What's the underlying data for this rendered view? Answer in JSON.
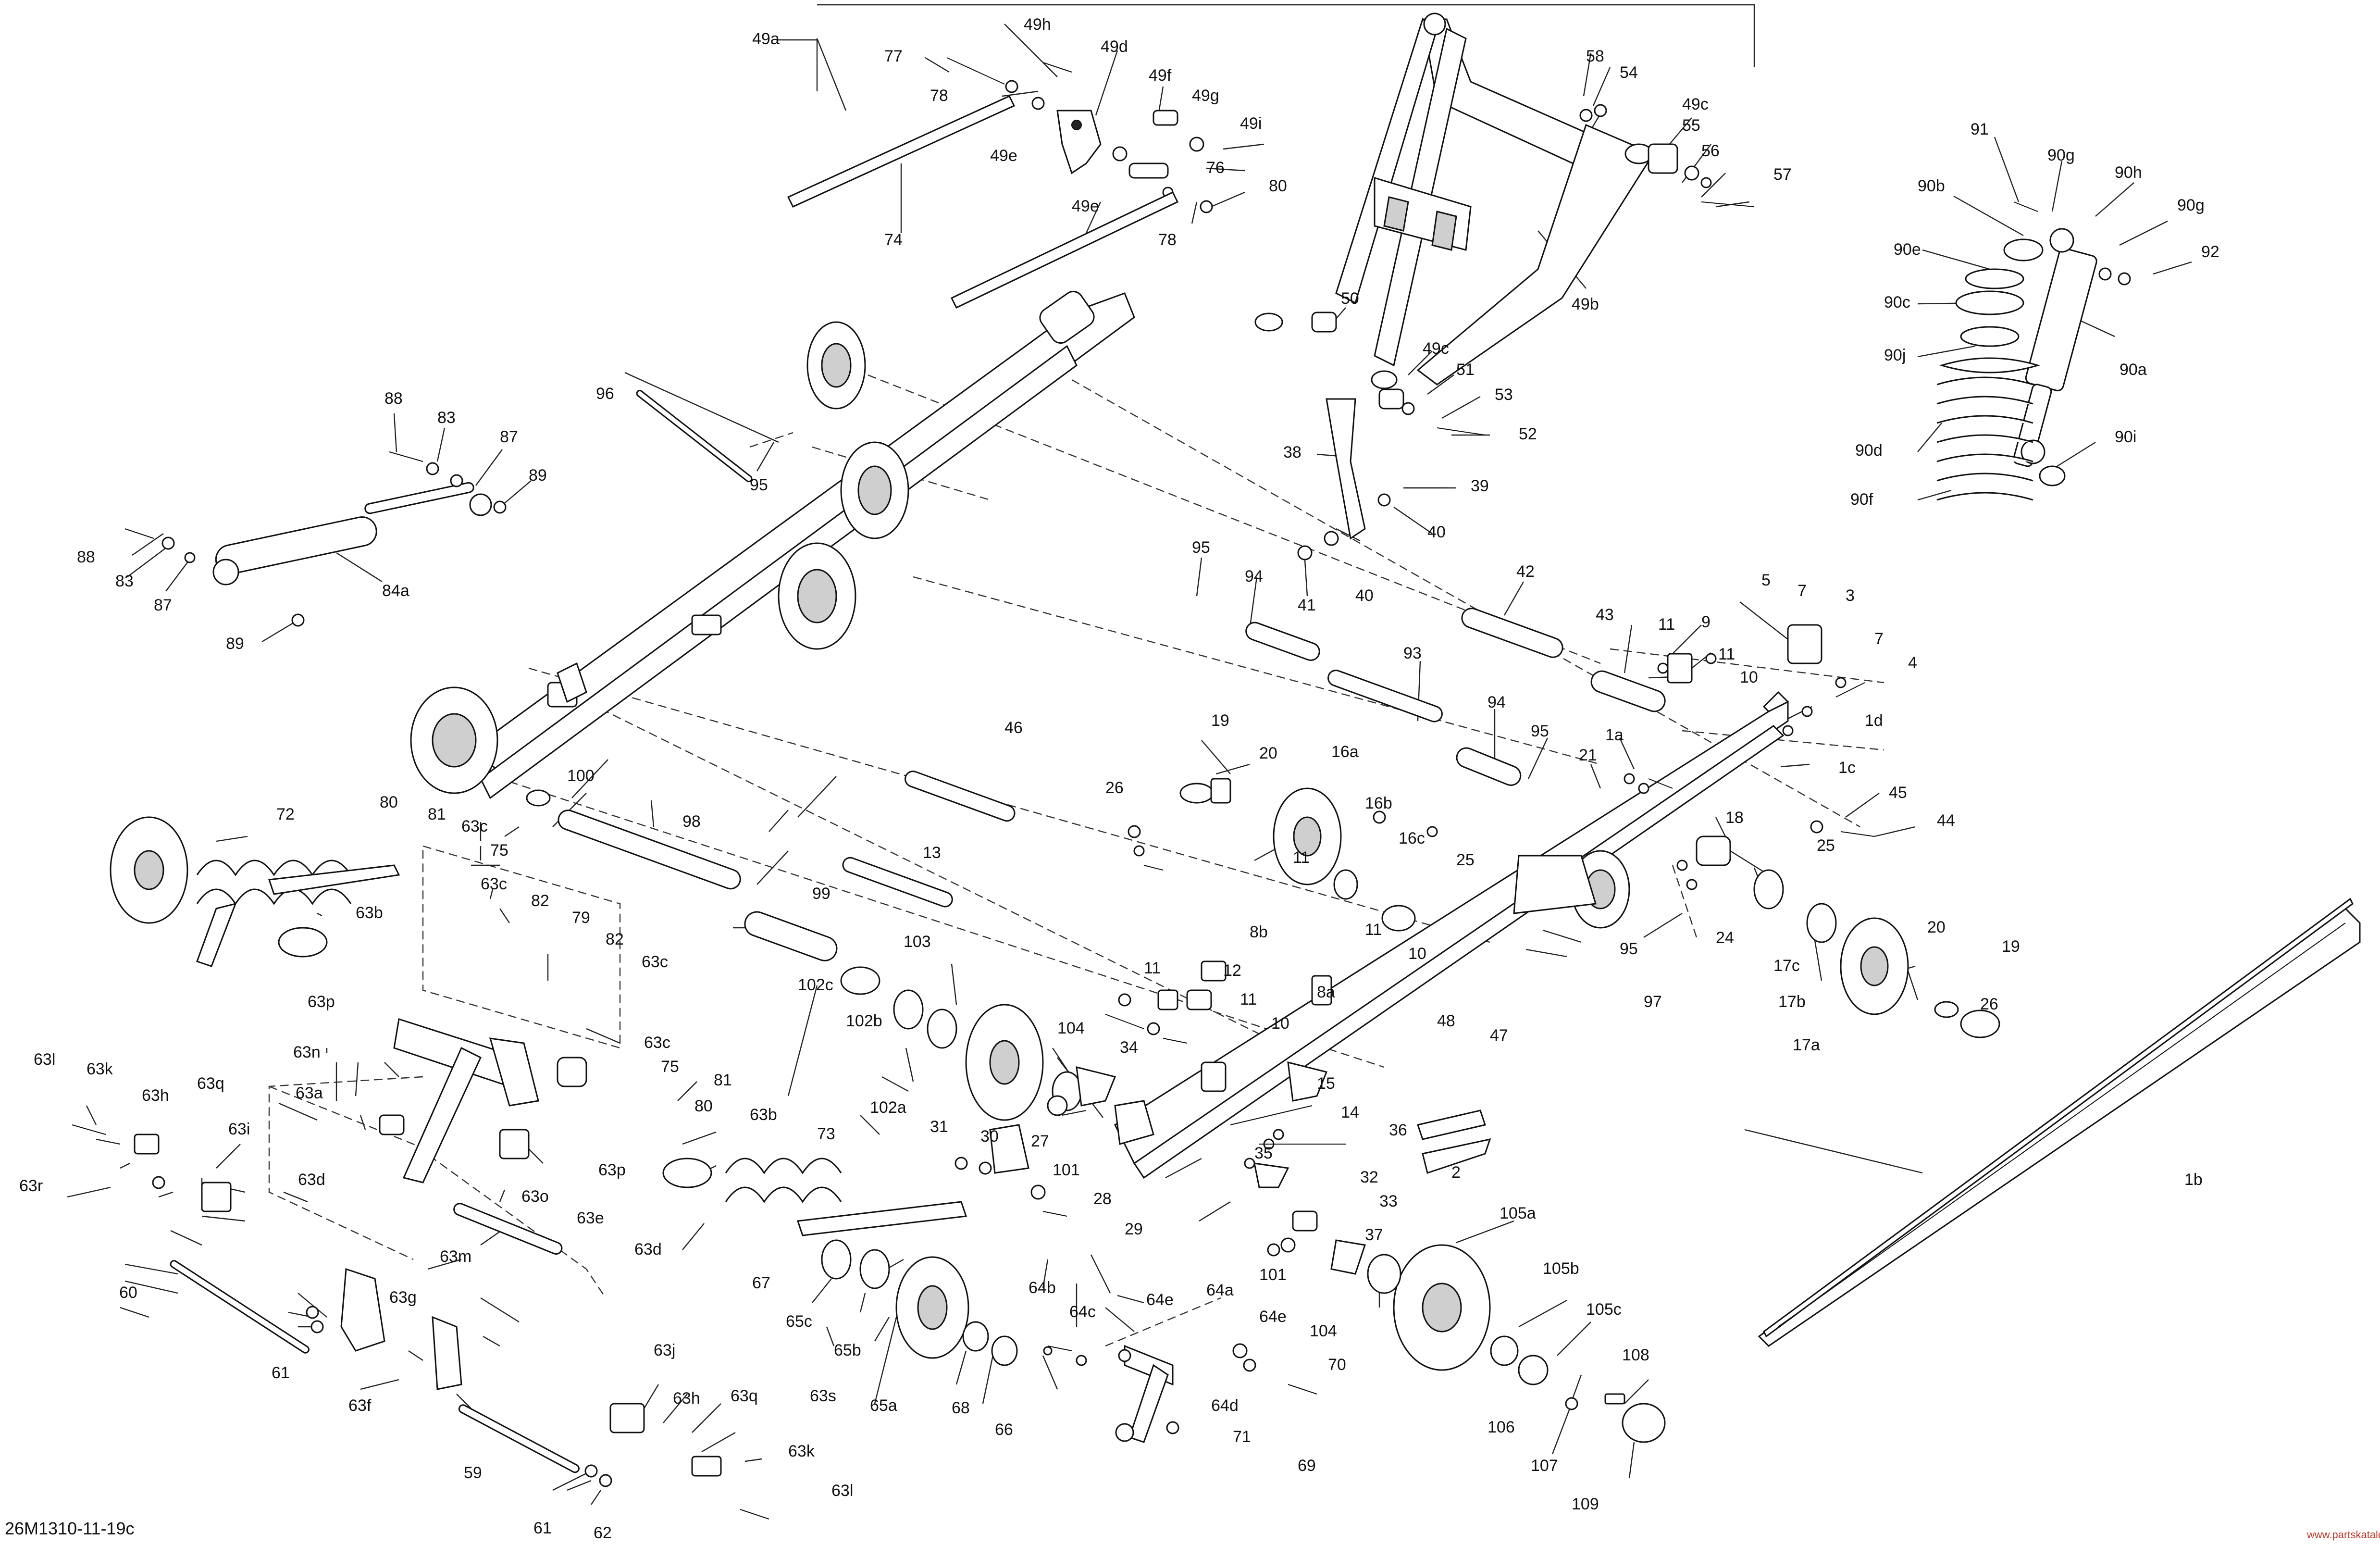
{
  "drawing_code": "26M1310-11-19c",
  "watermark": "www.partskatalog.ru",
  "callouts": {
    "c49a": "49a",
    "c49h": "49h",
    "c49d": "49d",
    "c77": "77",
    "c78a": "78",
    "c49f": "49f",
    "c49g": "49g",
    "c49i": "49i",
    "c49e_1": "49e",
    "c76": "76",
    "c49e_2": "49e",
    "c80a": "80",
    "c78b": "78",
    "c74": "74",
    "c58": "58",
    "c54": "54",
    "c49c_1": "49c",
    "c55": "55",
    "c56": "56",
    "c57": "57",
    "c49b": "49b",
    "c50": "50",
    "c49c_2": "49c",
    "c51": "51",
    "c53": "53",
    "c52": "52",
    "c38": "38",
    "c39": "39",
    "c40a": "40",
    "c40b": "40",
    "c41": "41",
    "c91": "91",
    "c90g_1": "90g",
    "c90h": "90h",
    "c90b": "90b",
    "c90g_2": "90g",
    "c90e": "90e",
    "c92": "92",
    "c90c": "90c",
    "c90a": "90a",
    "c90j": "90j",
    "c90d": "90d",
    "c90i": "90i",
    "c90f": "90f",
    "c96": "96",
    "c95a": "95",
    "c88a": "88",
    "c83a": "83",
    "c87a": "87",
    "c89a": "89",
    "c88b": "88",
    "c83b": "83",
    "c87b": "87",
    "c84a": "84a",
    "c89b": "89",
    "c95b": "95",
    "c94a": "94",
    "c42": "42",
    "c43": "43",
    "c93": "93",
    "c94b": "94",
    "c95c": "95",
    "c5": "5",
    "c7a": "7",
    "c3": "3",
    "c7b": "7",
    "c4": "4",
    "c11a": "11",
    "c9": "9",
    "c11b": "11",
    "c10a": "10",
    "c1d": "1d",
    "c1c": "1c",
    "c1a": "1a",
    "c21": "21",
    "c45": "45",
    "c44": "44",
    "c100": "100",
    "c98": "98",
    "c46": "46",
    "c99": "99",
    "c13": "13",
    "c103": "103",
    "c102c": "102c",
    "c102b": "102b",
    "c102a": "102a",
    "c19a": "19",
    "c20a": "20",
    "c16a": "16a",
    "c26a": "26",
    "c16b": "16b",
    "c16c": "16c",
    "c25a": "25",
    "c8b": "8b",
    "c11c": "11",
    "c11d": "11",
    "c10b": "10",
    "c8a": "8a",
    "c18": "18",
    "c25b": "25",
    "c24": "24",
    "c95d": "95",
    "c97": "97",
    "c17c": "17c",
    "c17b": "17b",
    "c17a": "17a",
    "c20b": "20",
    "c19b": "19",
    "c26b": "26",
    "c11e": "11",
    "c12": "12",
    "c11f": "11",
    "c10c": "10",
    "c48": "48",
    "c47": "47",
    "c104a": "104",
    "c34": "34",
    "c15": "15",
    "c14": "14",
    "c36": "36",
    "c101a": "101",
    "c2": "2",
    "c35": "35",
    "c32": "32",
    "c33": "33",
    "c37": "37",
    "c1b": "1b",
    "c72": "72",
    "c80b": "80",
    "c81a": "81",
    "c63c_1": "63c",
    "c75a": "75",
    "c63b_1": "63b",
    "c63c_2": "63c",
    "c82a": "82",
    "c79": "79",
    "c82b": "82",
    "c63c_3": "63c",
    "c63p_1": "63p",
    "c63n": "63n",
    "c63c_4": "63c",
    "c75b": "75",
    "c81b": "81",
    "c80c": "80",
    "c63a": "63a",
    "c63l_1": "63l",
    "c63k_1": "63k",
    "c63h_1": "63h",
    "c63q_1": "63q",
    "c63i": "63i",
    "c63d_1": "63d",
    "c63o": "63o",
    "c63p_2": "63p",
    "c63b_2": "63b",
    "c73": "73",
    "c63r": "63r",
    "c63m": "63m",
    "c63e": "63e",
    "c63d_2": "63d",
    "c60": "60",
    "c61a": "61",
    "c63g": "63g",
    "c63f": "63f",
    "c63j": "63j",
    "c63h_2": "63h",
    "c63q_2": "63q",
    "c63s": "63s",
    "c59": "59",
    "c63k_2": "63k",
    "c63l_2": "63l",
    "c61b": "61",
    "c62": "62",
    "c31": "31",
    "c30": "30",
    "c27": "27",
    "c28": "28",
    "c29": "29",
    "c67": "67",
    "c65c": "65c",
    "c65b": "65b",
    "c65a": "65a",
    "c68": "68",
    "c66": "66",
    "c64b": "64b",
    "c64c": "64c",
    "c64e_1": "64e",
    "c64a": "64a",
    "c64e_2": "64e",
    "c70": "70",
    "c64d": "64d",
    "c71": "71",
    "c69": "69",
    "c105a": "105a",
    "c101b": "101",
    "c104b": "104",
    "c105b": "105b",
    "c105c": "105c",
    "c108": "108",
    "c106": "106",
    "c107": "107",
    "c109": "109"
  }
}
